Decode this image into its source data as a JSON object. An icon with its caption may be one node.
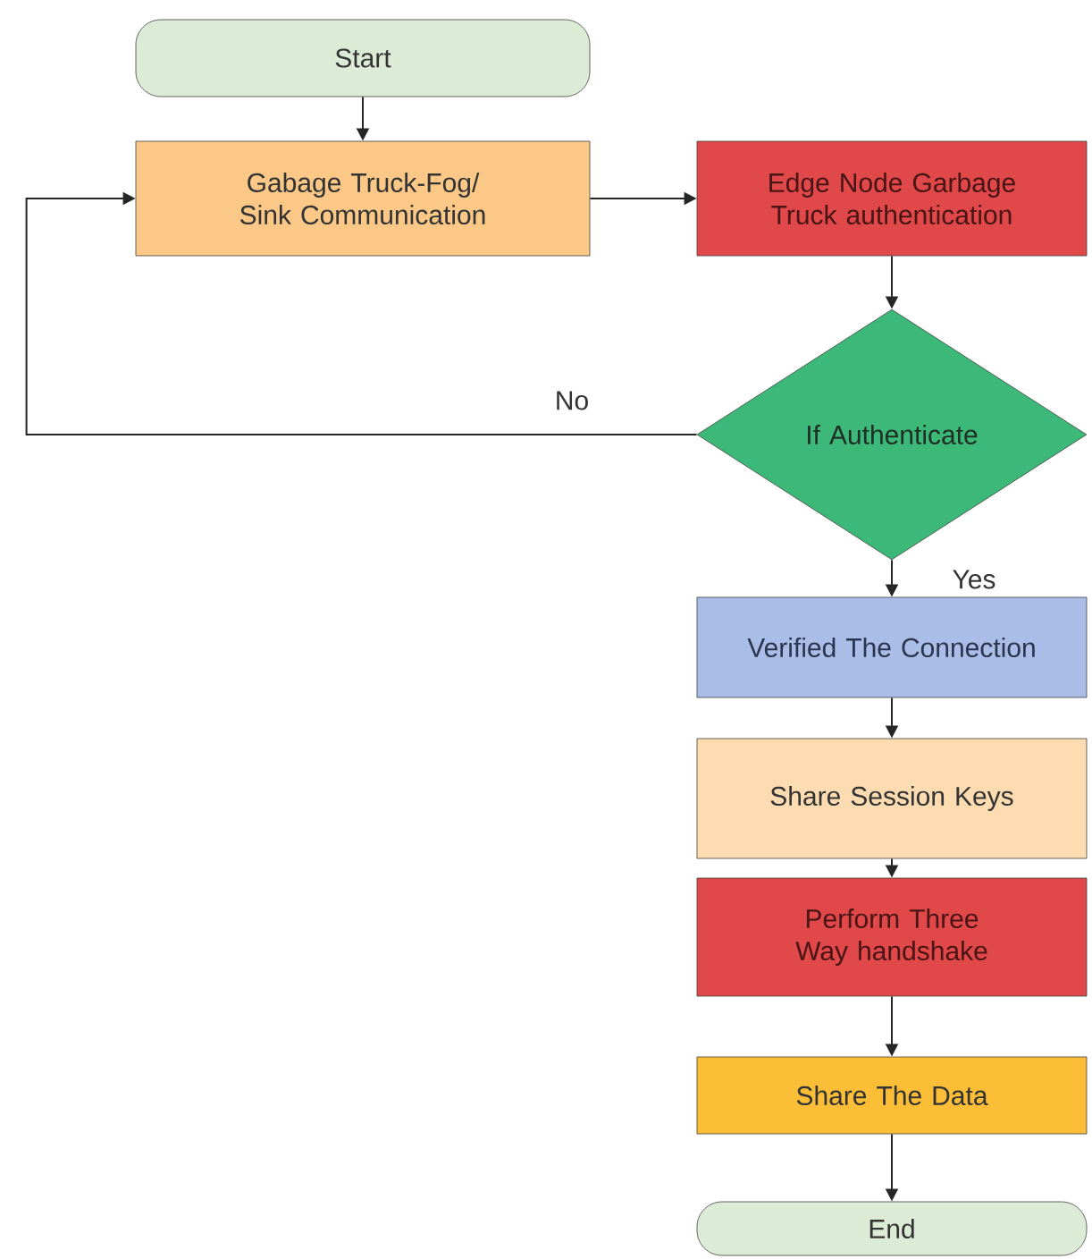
{
  "diagram": {
    "nodes": [
      {
        "text": [
          "Start"
        ]
      },
      {
        "text": [
          "Gabage Truck-Fog/ Sink Communication"
        ]
      },
      {
        "text": [
          "Edge Node Garbage Truck authentication"
        ]
      },
      {
        "text": [
          "If Authenticate"
        ]
      },
      {
        "text": [
          "Verified The Connection"
        ]
      },
      {
        "text": [
          "Share Session Keys"
        ]
      },
      {
        "text": [
          "Perform Three Way handshake"
        ]
      },
      {
        "text": [
          "Share The Data"
        ]
      },
      {
        "text": [
          "End"
        ]
      }
    ],
    "edges": [
      {
        "from": 0,
        "to": 1,
        "arrow": "to"
      },
      {
        "from": 1,
        "to": 2,
        "arrow": "to"
      },
      {
        "from": 2,
        "to": 3,
        "arrow": "to"
      },
      {
        "from": 3,
        "to": 1,
        "arrow": "to",
        "label": "No"
      },
      {
        "from": 3,
        "to": 4,
        "arrow": "to",
        "label": "Yes"
      },
      {
        "from": 4,
        "to": 5,
        "arrow": "to"
      },
      {
        "from": 5,
        "to": 6,
        "arrow": "to"
      },
      {
        "from": 6,
        "to": 7,
        "arrow": "to"
      },
      {
        "from": 7,
        "to": 8,
        "arrow": "to"
      }
    ]
  }
}
